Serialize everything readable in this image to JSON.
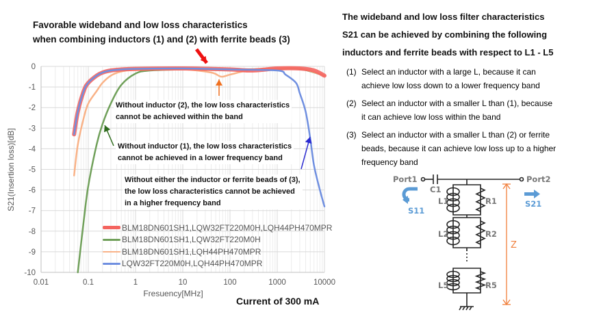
{
  "chart_title": [
    "Favorable wideband and low loss characteristics",
    "when combining inductors (1) and (2) with ferrite beads (3)"
  ],
  "current_label": "Current of 300 mA",
  "chart_data": {
    "type": "line",
    "title": "Favorable wideband and low loss characteristics when combining inductors (1) and (2) with ferrite beads (3)",
    "xlabel": "Fresuency[MHz]",
    "ylabel": "S21(Insertion loss)[dB]",
    "xscale": "log",
    "xlim": [
      0.01,
      10000
    ],
    "ylim": [
      -10,
      0
    ],
    "xticks": [
      "0.01",
      "0.1",
      "1",
      "10",
      "100",
      "1000",
      "10000"
    ],
    "yticks": [
      "0",
      "-1",
      "-2",
      "-3",
      "-4",
      "-5",
      "-6",
      "-7",
      "-8",
      "-9",
      "-10"
    ],
    "grid": true,
    "legend_position": "bottom-center",
    "series": [
      {
        "name": "BLM18DN601SH1,LQW32FT220M0H,LQH44PH470MPR",
        "color": "#f4645f",
        "x": [
          0.05,
          0.06,
          0.08,
          0.1,
          0.15,
          0.2,
          0.3,
          0.5,
          1,
          10,
          100,
          300,
          1000,
          3000,
          6000,
          10000
        ],
        "y": [
          -3.3,
          -2.2,
          -1.2,
          -0.8,
          -0.45,
          -0.3,
          -0.2,
          -0.15,
          -0.12,
          -0.1,
          -0.15,
          -0.2,
          -0.1,
          -0.1,
          -0.2,
          -0.45
        ]
      },
      {
        "name": "BLM18DN601SH1,LQW32FT220M0H",
        "color": "#70a05a",
        "x": [
          0.06,
          0.08,
          0.1,
          0.15,
          0.2,
          0.3,
          0.5,
          1,
          2,
          10,
          100,
          1000,
          3000,
          10000
        ],
        "y": [
          -10,
          -7.5,
          -5.8,
          -3.8,
          -2.8,
          -1.8,
          -0.9,
          -0.35,
          -0.2,
          -0.15,
          -0.15,
          -0.12,
          -0.12,
          -0.45
        ]
      },
      {
        "name": "BLM18DN601SH1,LQH44PH470MPR",
        "color": "#f9b287",
        "x": [
          0.05,
          0.06,
          0.08,
          0.1,
          0.15,
          0.2,
          0.3,
          0.5,
          1,
          10,
          40,
          65,
          100,
          300,
          1000,
          3000,
          10000
        ],
        "y": [
          -5.3,
          -3.8,
          -2.5,
          -1.8,
          -1.2,
          -0.8,
          -0.45,
          -0.25,
          -0.18,
          -0.15,
          -0.3,
          -0.5,
          -0.4,
          -0.15,
          -0.1,
          -0.1,
          -0.45
        ]
      },
      {
        "name": "LQW32FT220M0H,LQH44PH470MPR",
        "color": "#6f8fe0",
        "x": [
          0.05,
          0.06,
          0.08,
          0.1,
          0.15,
          0.2,
          0.3,
          0.5,
          1,
          10,
          100,
          1000,
          1500,
          2500,
          3000,
          4000,
          5000,
          6000,
          8000,
          10000
        ],
        "y": [
          -3.3,
          -2.2,
          -1.2,
          -0.8,
          -0.45,
          -0.3,
          -0.2,
          -0.15,
          -0.12,
          -0.1,
          -0.15,
          -0.2,
          -0.4,
          -0.8,
          -1.3,
          -2.2,
          -3.5,
          -4.8,
          -6.0,
          -6.8
        ]
      }
    ],
    "annotations": [
      {
        "text": [
          "Without inductor (2), the low loss characteristics",
          "cannot be achieved within the band"
        ],
        "color": "#f07020"
      },
      {
        "text": [
          "Without inductor (1), the low loss characteristics",
          "cannot be achieved in a lower frequency band"
        ],
        "color": "#2e6b1c"
      },
      {
        "text": [
          "Without either the inductor or ferrite beads of (3),",
          "the low loss characteristics cannot be achieved",
          "in a higher frequency band"
        ],
        "color": "#2a2ad0"
      }
    ]
  },
  "right": {
    "heading": [
      "The wideband and low loss filter characteristics",
      "S21 can be achieved by combining the following",
      "inductors and ferrite beads with respect to L1 - L5"
    ],
    "items": [
      {
        "num": "(1)",
        "lines": [
          "Select an inductor with a large L, because it can",
          "achieve low loss down to a lower frequency band"
        ]
      },
      {
        "num": "(2)",
        "lines": [
          "Select an inductor with a smaller L than (1), because",
          "it can achieve low loss within the band"
        ]
      },
      {
        "num": "(3)",
        "lines": [
          "Select an inductor with a smaller L than (2) or ferrite",
          "beads, because it can achieve low loss up to a higher",
          "frequency band"
        ]
      }
    ]
  },
  "circuit": {
    "port1": "Port1",
    "port2": "Port2",
    "c1": "C1",
    "s11": "S11",
    "s21": "S21",
    "z": "Z",
    "inductors": [
      "L1",
      "L2",
      "L5"
    ],
    "resistors": [
      "R1",
      "R2",
      "R5"
    ]
  }
}
